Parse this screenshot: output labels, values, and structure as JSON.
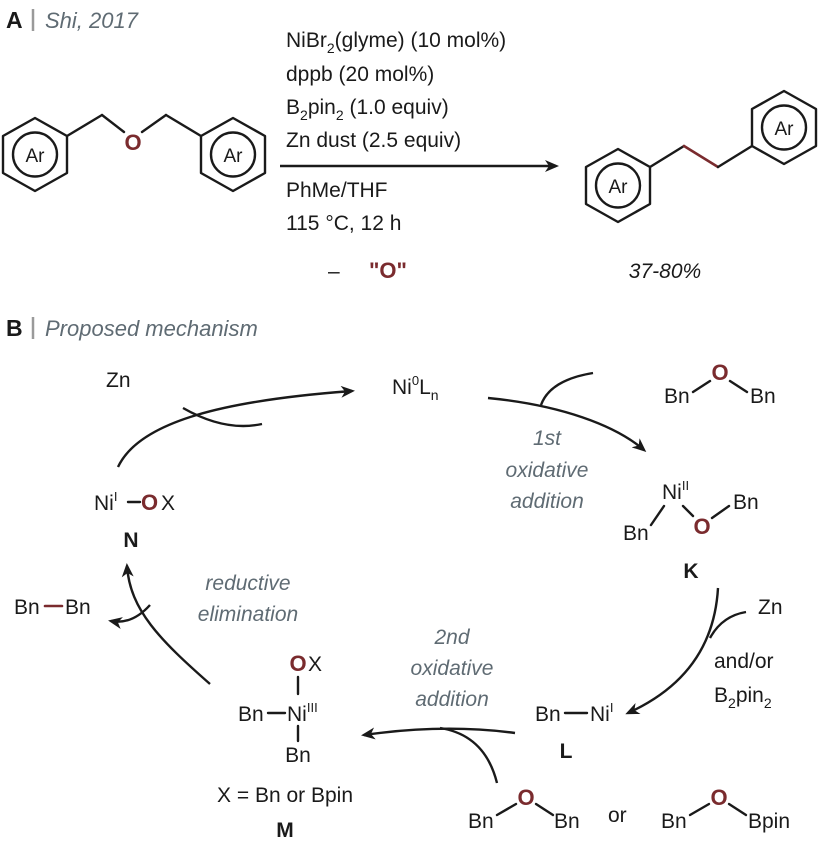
{
  "panel_a": {
    "letter": "A",
    "citation": "Shi, 2017",
    "ring_label": "Ar",
    "ether_o": "O",
    "conditions": {
      "catalyst": "NiBr",
      "catalyst_sub": "2",
      "catalyst_rest": "(glyme) (10 mol%)",
      "ligand": "dppb (20 mol%)",
      "boron_b": "B",
      "boron_sub1": "2",
      "boron_pin": "pin",
      "boron_sub2": "2",
      "boron_rest": " (1.0 equiv)",
      "reductant": "Zn dust (2.5 equiv)",
      "solvent": "PhMe/THF",
      "temp_time": "115 °C, 12 h",
      "minus": "–",
      "removed": "\"O\""
    },
    "yield": "37-80%"
  },
  "panel_b": {
    "letter": "B",
    "title": "Proposed mechanism",
    "ni0": {
      "ni": "Ni",
      "sup": "0",
      "l": "L",
      "sub": "n"
    },
    "zn_top": "Zn",
    "substrate_top": {
      "left": "Bn",
      "o": "O",
      "right": "Bn"
    },
    "step1": [
      "1st",
      "oxidative",
      "addition"
    ],
    "k": {
      "ni": "Ni",
      "sup": "II",
      "bn1": "Bn",
      "o": "O",
      "bn2": "Bn",
      "label": "K"
    },
    "reductants_right": {
      "zn": "Zn",
      "andor": "and/or",
      "b": "B",
      "sub1": "2",
      "pin": "pin",
      "sub2": "2"
    },
    "l": {
      "bn": "Bn",
      "ni": "Ni",
      "sup": "I",
      "label": "L"
    },
    "substrates_bottom": {
      "bn1": "Bn",
      "o1": "O",
      "bn2": "Bn",
      "or": "or",
      "bn3": "Bn",
      "o2": "O",
      "bpin": "Bpin"
    },
    "step2": [
      "2nd",
      "oxidative",
      "addition"
    ],
    "m": {
      "o": "O",
      "x": "X",
      "bn1": "Bn",
      "ni": "Ni",
      "sup": "III",
      "bn2": "Bn",
      "note": "X = Bn or Bpin",
      "label": "M"
    },
    "step3": [
      "reductive",
      "elimination"
    ],
    "product": {
      "bn1": "Bn",
      "bn2": "Bn"
    },
    "n": {
      "ni": "Ni",
      "sup": "I",
      "o": "O",
      "x": "X",
      "label": "N"
    }
  }
}
